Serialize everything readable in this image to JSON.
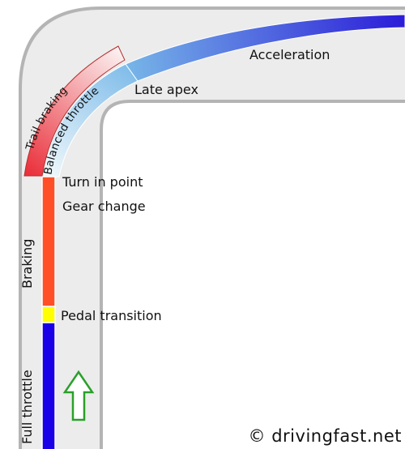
{
  "labels": {
    "acceleration": "Acceleration",
    "late_apex": "Late apex",
    "turn_in_point": "Turn in point",
    "gear_change": "Gear change",
    "pedal_transition": "Pedal transition",
    "braking": "Braking",
    "full_throttle": "Full throttle",
    "trail_braking": "Trail braking",
    "balanced_throttle": "Balanced throttle",
    "copyright": "© drivingfast.net"
  },
  "colors": {
    "background": "#ffffff",
    "road_surface": "#ececec",
    "road_edge": "#b4b4b4",
    "braking_bar": "#ff4f26",
    "pedal_transition_bar": "#ffff00",
    "full_throttle_bar": "#1a00e6",
    "trail_braking_start": "#ea2f3a",
    "trail_braking_end": "#fbf0f0",
    "balanced_throttle_start": "#eef7fb",
    "balanced_throttle_end": "#78b8e8",
    "acceleration_start": "#78b8e8",
    "acceleration_end": "#2b1cd8",
    "direction_arrow": "#2aa02a"
  },
  "icons": {
    "direction_arrow": "up-arrow-icon"
  }
}
